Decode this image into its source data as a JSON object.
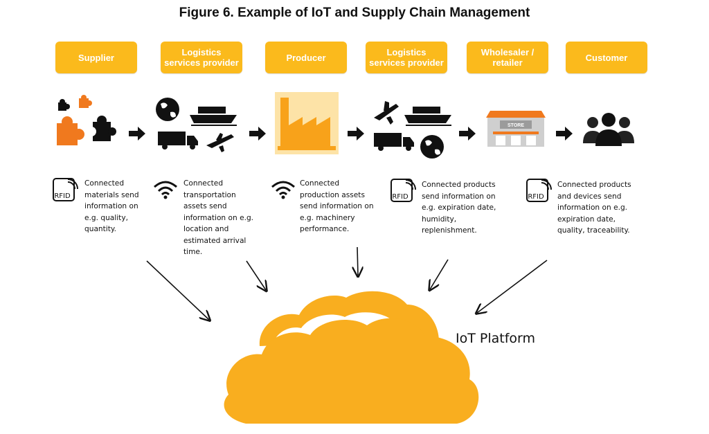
{
  "title": "Figure 6. Example of IoT and Supply Chain Management",
  "stages": [
    {
      "label": "Supplier"
    },
    {
      "label": "Logistics services provider"
    },
    {
      "label": "Producer"
    },
    {
      "label": "Logistics services provider"
    },
    {
      "label": "Wholesaler / retailer"
    },
    {
      "label": "Customer"
    }
  ],
  "descriptions": [
    {
      "icon": "rfid-icon",
      "badge_text": "RFID",
      "text": "Connected\nmaterials send\ninformation on\ne.g. quality,\nquantity."
    },
    {
      "icon": "wifi-icon",
      "text": "Connected\ntransportation\nassets send\ninformation on e.g.\nlocation and\nestimated arrival\ntime."
    },
    {
      "icon": "wifi-icon",
      "text": "Connected\nproduction assets\nsend information on\ne.g. machinery\nperformance."
    },
    {
      "icon": "rfid-icon",
      "badge_text": "RFID",
      "text": "Connected products\nsend information on\ne.g. expiration date,\nhumidity,\nreplenishment."
    },
    {
      "icon": "rfid-icon",
      "badge_text": "RFID",
      "text": "Connected products\nand devices send\ninformation on e.g.\nexpiration date,\nquality, traceability."
    }
  ],
  "store_sign": "STORE",
  "platform_label": "IoT Platform",
  "colors": {
    "accent": "#fbba1c",
    "orange": "#f0791e",
    "dark": "#111111"
  }
}
